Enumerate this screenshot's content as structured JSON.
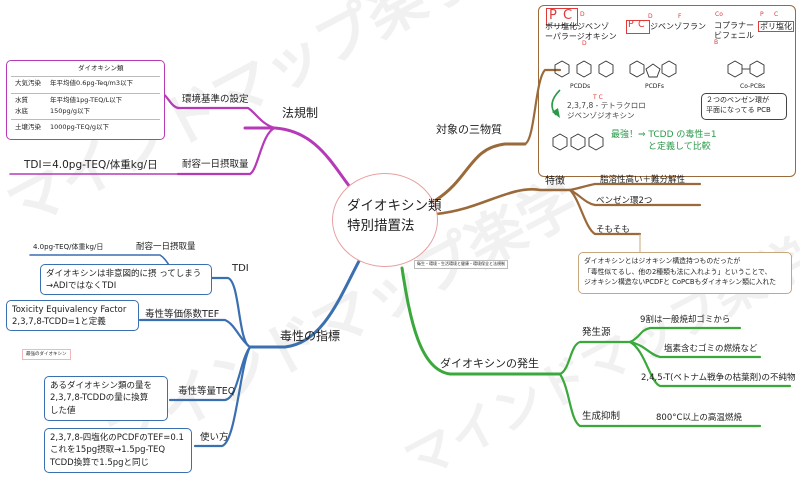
{
  "watermark": "マインドマップ楽学",
  "center": {
    "line1": "ダイオキシン類",
    "line2": "特別措置法"
  },
  "center_note": "衛生・環境・生活環境と健康・環境保全と法規制",
  "law": {
    "branch": "法規制",
    "standard": "環境基準の設定",
    "tolerable": "耐容一日摂取量",
    "tdi_value": "TDI＝4.0pg-TEQ/体重kg/日",
    "table": {
      "header": "ダイオキシン類",
      "rows": [
        {
          "k": "大気汚染",
          "v": "年平均値0.6pg-Teq/m3以下"
        },
        {
          "k": "水質",
          "v": "年平均値1pg-TEQ/L以下"
        },
        {
          "k": "水底",
          "v": "150pg/g以下"
        },
        {
          "k": "土壌汚染",
          "v": "1000pg-TEQ/g以下"
        }
      ]
    }
  },
  "tox": {
    "branch": "毒性の指標",
    "tdi": "TDI",
    "tdi_sub": "耐容一日摂取量",
    "tdi_value": "4.0pg-TEQ/体重kg/日",
    "tdi_note1": "ダイオキシンは非意図的に摂 ってしまう",
    "tdi_note2": "→ADIではなくTDI",
    "tef": "毒性等価係数TEF",
    "tef_note1": "Toxicity Equivalency Factor",
    "tef_note2": "2,3,7,8-TCDD=1と定義",
    "tef_tag": "最強のダイオキシン",
    "teq": "毒性等量TEQ",
    "teq_note1": "あるダイオキシン類の量を",
    "teq_note2": "2,3,7,8-TCDDの量に換算",
    "teq_note3": "した値",
    "usage": "使い方",
    "usage_note1": "2,3,7,8-四塩化のPCDFのTEF=0.1",
    "usage_note2": "これを15pg摂取→1.5pg-TEQ",
    "usage_note3": "TCDD換算で1.5pgと同じ"
  },
  "targets": {
    "branch": "対象の三物質",
    "pcdd_name1": "ポリ塩化ジベンゾ",
    "pcdd_name2": "ーパラージオキシン",
    "pcdf_name": "ジベンゾフラン",
    "copcb_name1": "コプラナー",
    "copcb_name2": "ポリ塩化",
    "copcb_name3": "ビフェニル",
    "letter_p": "P",
    "letter_c": "C",
    "letter_d": "D",
    "letter_f": "F",
    "letter_co": "Co",
    "letter_b": "B",
    "pcdds": "PCDDs",
    "pcdfs": "PCDFs",
    "copcbs": "Co-PCBs",
    "tcdd1": "2,3,7,8 - テトラクロロ",
    "tcdd2": "ジベンゾジオキシン",
    "tcdd_letters": "T  C",
    "strongest": "最強！⇒ TCDD の毒性=1",
    "strongest2": "と定義して比較",
    "pcb_note1": "２つのベンゼン環が",
    "pcb_note2": "平面になってる PCB"
  },
  "features": {
    "branch": "特徴",
    "f1": "脂溶性高い＋難分解性",
    "f2": "ベンゼン環2つ",
    "f3": "そもそも",
    "note1": "ダイオキシンとはジオキシン構造持つものだったが",
    "note2": "「毒性似てるし、他の2種類も法に入れよう」ということで、",
    "note3": "ジオキシン構造ないPCDFと CoPCBもダイオキシン類に入れた"
  },
  "occurrence": {
    "branch": "ダイオキシンの発生",
    "source": "発生源",
    "s1": "9割は一般焼却ゴミから",
    "s2": "塩素含むゴミの燃焼など",
    "s3": "2,4,5-T(ベトナム戦争の枯葉剤)の不純物",
    "control": "生成抑制",
    "c1": "800°C以上の高温燃焼"
  },
  "colors": {
    "law": "#b63ab8",
    "tox": "#3a6fb0",
    "targets": "#9a6a3a",
    "occurrence": "#3aa83a",
    "center_border": "#e7a0a0",
    "red": "#e03a3a",
    "green": "#2a9a4a"
  }
}
